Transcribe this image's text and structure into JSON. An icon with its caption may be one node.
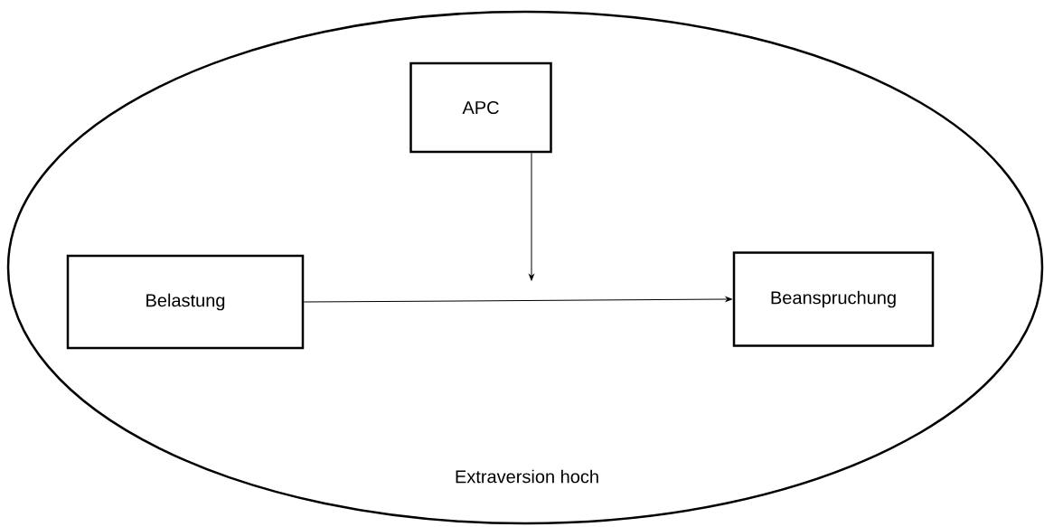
{
  "diagram": {
    "nodes": [
      {
        "text": [
          "Extraversion hoch"
        ]
      },
      {
        "text": [
          "APC"
        ],
        "in": 0
      },
      {
        "text": [
          "Belastung"
        ],
        "in": 0
      },
      {
        "text": [
          "Beanspruchung"
        ],
        "in": 0
      }
    ],
    "edges": [
      {
        "from": 2,
        "to": 3,
        "arrow": "to"
      },
      {
        "from": 1,
        "to": null,
        "arrow": "to"
      }
    ]
  }
}
